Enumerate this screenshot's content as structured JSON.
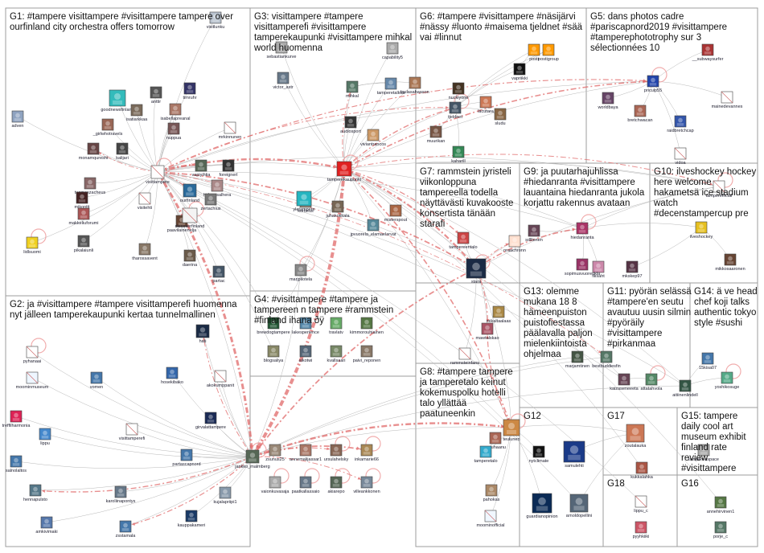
{
  "groups": [
    {
      "id": "G1",
      "title_lines": [
        "G1: #tampere visittampere #visittampere tampere over",
        "ourfinland city orchestra offers tomorrow"
      ]
    },
    {
      "id": "G3",
      "title_lines": [
        "G3: visittampere #tampere",
        "visittamperefi #visittampere",
        "tamperekaupunki #visittampere mihkal",
        "world huomenna"
      ]
    },
    {
      "id": "G6",
      "title_lines": [
        "G6: #tampere #visittampere #näsijärvi",
        "#nässy #luonto #maisema tjeldnet #sää",
        "vai #linnut"
      ]
    },
    {
      "id": "G5",
      "title_lines": [
        "G5: dans photos cadre",
        "#pariscapnord2019 #visittampere",
        "#tamperephototrophy sur 3",
        "sélectionnées 10"
      ]
    },
    {
      "id": "G7",
      "title_lines": [
        "G7: rammstein jyristeli",
        "viikonloppuna",
        "tampereella todella",
        "näyttävästi kuvakooste",
        "konsertista tänään",
        "starafi"
      ]
    },
    {
      "id": "G9",
      "title_lines": [
        "G9: ja puutarhajuhlissa",
        "#hiedanranta #visittampere",
        "lauantaina hiedanranta jukola",
        "korjattu rakennus avataan"
      ]
    },
    {
      "id": "G10",
      "title_lines": [
        "G10: ilveshockey hockey",
        "here welcome",
        "hakametsä ice stadium",
        "watch",
        "#decenstampercup pre"
      ]
    },
    {
      "id": "G4",
      "title_lines": [
        "G4: #visittampere #tampere ja",
        "tampereen n tampere #rammstein",
        "#finland ihana ðÿ"
      ]
    },
    {
      "id": "G2",
      "title_lines": [
        "G2: ja #visittampere #tampere visittamperefi huomenna",
        "nyt jälleen tamperekaupunki kertaa tunnelmallinen"
      ]
    },
    {
      "id": "G13",
      "title_lines": [
        "G13: olemme",
        "mukana 18 8",
        "hämeenpuiston",
        "puistofiestassa",
        "päälavalla paljon",
        "mielenkiintoista",
        "ohjelmaa"
      ]
    },
    {
      "id": "G11",
      "title_lines": [
        "G11: pyörän selässä",
        "#tampere'en seutu",
        "avautuu uusin silmin",
        "#pyöräily",
        "#visittampere",
        "#pirkanmaa"
      ]
    },
    {
      "id": "G14",
      "title_lines": [
        "G14: ä ve head",
        "chef koji talks",
        "authentic tokyo",
        "style #sushi"
      ]
    },
    {
      "id": "G8",
      "title_lines": [
        "G8: #tampere tampere",
        "ja tamperetalo keinut",
        "kokemuspolku hotelli",
        "talo yllättää",
        "paatuneenkin"
      ]
    },
    {
      "id": "G12",
      "title_lines": [
        "G12"
      ]
    },
    {
      "id": "G17",
      "title_lines": [
        "G17"
      ]
    },
    {
      "id": "G15",
      "title_lines": [
        "G15: tampere",
        "daily cool art",
        "museum exhibit",
        "finland rate",
        "review",
        "#visittampere"
      ]
    },
    {
      "id": "G18",
      "title_lines": [
        "G18"
      ]
    },
    {
      "id": "G16",
      "title_lines": [
        "G16"
      ]
    }
  ],
  "nodes": [
    {
      "label": "visitlunku",
      "color": "#b9c3cf"
    },
    {
      "label": "adven",
      "color": "#8fa3c0"
    },
    {
      "label": "goodnewsfinland",
      "color": "#33bbbb"
    },
    {
      "label": "isatiarkkaa",
      "color": "#7a6a5a"
    },
    {
      "label": "anttir",
      "color": "#555555"
    },
    {
      "label": "timruhr",
      "color": "#333366"
    },
    {
      "label": "_girlwhotravels",
      "color": "#996655"
    },
    {
      "label": "isabellapreanal",
      "color": "#aa7766"
    },
    {
      "label": "monamqureshi",
      "color": "#664444"
    },
    {
      "label": "kalijari",
      "color": "#444444"
    },
    {
      "label": "nuppua",
      "color": "#775555"
    },
    {
      "label": "mrkinnunen",
      "color": "#ffffff"
    },
    {
      "label": "visittampere",
      "color": "#ffffff"
    },
    {
      "label": "vapiyihtia",
      "color": "#556655"
    },
    {
      "label": "foreignerl",
      "color": "#333333"
    },
    {
      "label": "tuomaszacheus",
      "color": "#886666"
    },
    {
      "label": "helenasalhera",
      "color": "#aa8888"
    },
    {
      "label": "mikontti",
      "color": "#442222"
    },
    {
      "label": "ourfinland",
      "color": "#2a6a9a"
    },
    {
      "label": "zertachius",
      "color": "#777777"
    },
    {
      "label": "visitehti",
      "color": "#ffffff"
    },
    {
      "label": "makkeliuforumi",
      "color": "#aa5555"
    },
    {
      "label": "paavilainenelja",
      "color": "#664433"
    },
    {
      "label": "discoverfinland",
      "color": "#f4f4f4"
    },
    {
      "label": "pikalaiunli",
      "color": "#555555"
    },
    {
      "label": "tharossavent",
      "color": "#887766"
    },
    {
      "label": "daerina",
      "color": "#6a5a4a"
    },
    {
      "label": "lidlsuomi",
      "color": "#f0d020"
    },
    {
      "label": "partac",
      "color": "#445566"
    },
    {
      "label": "victor_astr",
      "color": "#667788"
    },
    {
      "label": "loulasahaason",
      "color": "#aa7755"
    },
    {
      "label": "mihkal",
      "color": "#557766"
    },
    {
      "label": "tamperetalkka",
      "color": "#6688aa"
    },
    {
      "label": "audiosport",
      "color": "#333333"
    },
    {
      "label": "viviantrancos",
      "color": "#cc9966"
    },
    {
      "label": "tamperekaupunki",
      "color": "#e02020"
    },
    {
      "label": "kortteus",
      "color": "#998877"
    },
    {
      "label": "juhakokkala",
      "color": "#776655"
    },
    {
      "label": "yletampere",
      "color": "#25b5c0"
    },
    {
      "label": "jpvuorela_elamaelarvat",
      "color": "#558899"
    },
    {
      "label": "misterspout",
      "color": "#aa6644"
    },
    {
      "label": "marjpilotela",
      "color": "#888888"
    },
    {
      "label": "capability5",
      "color": "#aaaaaa"
    },
    {
      "label": "sebastiankurve",
      "color": "#aaaaaa"
    },
    {
      "label": "posti",
      "color": "#ff9900"
    },
    {
      "label": "postigroup",
      "color": "#ff9900"
    },
    {
      "label": "nuckiyone",
      "color": "#443322"
    },
    {
      "label": "vapriikki",
      "color": "#111111"
    },
    {
      "label": "lacutara",
      "color": "#cc7755"
    },
    {
      "label": "tjeldnet",
      "color": "#445566"
    },
    {
      "label": "muurikan",
      "color": "#775544"
    },
    {
      "label": "kaharill",
      "color": "#338855"
    },
    {
      "label": "sludu",
      "color": "#886644"
    },
    {
      "label": "priculp55",
      "color": "#2244aa"
    },
    {
      "label": "worldbaya",
      "color": "#664466"
    },
    {
      "label": "bretchwacan",
      "color": "#aa6655"
    },
    {
      "label": "raidbretchcap",
      "color": "#3355aa"
    },
    {
      "label": "mainedevannes",
      "color": "#ffffff"
    },
    {
      "label": "vidoa",
      "color": "#ffffff"
    },
    {
      "label": "__subwaysurfer",
      "color": "#aa3333"
    },
    {
      "label": "stara",
      "color": "#1a2a44"
    },
    {
      "label": "nraachronn",
      "color": "#ffe0d0"
    },
    {
      "label": "hiedanranta",
      "color": "#aa3366"
    },
    {
      "label": "sdlllenen",
      "color": "#664455"
    },
    {
      "label": "fliisaht",
      "color": "#cc88aa"
    },
    {
      "label": "sopimusvuorenkla",
      "color": "#993366"
    },
    {
      "label": "tamperefficial",
      "color": "#ffffff"
    },
    {
      "label": "ilveshockey",
      "color": "#e6c020"
    },
    {
      "label": "mkskep97",
      "color": "#553344"
    },
    {
      "label": "mikkosaaronen",
      "color": "#664433"
    },
    {
      "label": "tampereentalo",
      "color": "#cc4444"
    },
    {
      "label": "mawtalskao",
      "color": "#aa5566"
    },
    {
      "label": "rammsteinfans",
      "color": "#ffffff"
    },
    {
      "label": "mikaltaalaas",
      "color": "#aa8844"
    },
    {
      "label": "brewdogtampere",
      "color": "#225533"
    },
    {
      "label": "lakesperience",
      "color": "#5588aa"
    },
    {
      "label": "travlatv",
      "color": "#66aa66"
    },
    {
      "label": "kimmorouhiainen",
      "color": "#557744"
    },
    {
      "label": "blogsaliya",
      "color": "#888866"
    },
    {
      "label": "aikotwi",
      "color": "#556677"
    },
    {
      "label": "kvallsaari",
      "color": "#778866"
    },
    {
      "label": "paivi_reponen",
      "color": "#887766"
    },
    {
      "label": "zsunus25",
      "color": "#998877"
    },
    {
      "label": "annemalijassar1",
      "color": "#aa7766"
    },
    {
      "label": "ursulahelsky",
      "color": "#886655"
    },
    {
      "label": "inkamarie66",
      "color": "#aa8855"
    },
    {
      "label": "vaionkuvasaja",
      "color": "#aaaaaa"
    },
    {
      "label": "paatkallassaio",
      "color": "#667788"
    },
    {
      "label": "akiarepo",
      "color": "#556655"
    },
    {
      "label": "villeankkonen",
      "color": "#778899"
    },
    {
      "label": "pyhanaai",
      "color": "#ffffff"
    },
    {
      "label": "moominmuseum",
      "color": "#eef6ff"
    },
    {
      "label": "vomen",
      "color": "#4477aa"
    },
    {
      "label": "hati",
      "color": "#1a2a44"
    },
    {
      "label": "akokumppanit",
      "color": "#ffffff"
    },
    {
      "label": "hosekibako",
      "color": "#3366aa"
    },
    {
      "label": "treffilharmonia",
      "color": "#dd2255"
    },
    {
      "label": "lippu",
      "color": "#4488cc"
    },
    {
      "label": "girvalattampere",
      "color": "#1a2a55"
    },
    {
      "label": "salnolaltos",
      "color": "#4477aa"
    },
    {
      "label": "visittamperefi",
      "color": "#ffffff"
    },
    {
      "label": "partascapnord",
      "color": "#4477aa"
    },
    {
      "label": "jankko_malmberg",
      "color": "#556655"
    },
    {
      "label": "hennapulsto",
      "color": "#557788"
    },
    {
      "label": "karoliinapontys",
      "color": "#667788"
    },
    {
      "label": "kujalapriipi1",
      "color": "#8899aa"
    },
    {
      "label": "amkivimaki",
      "color": "#5577aa"
    },
    {
      "label": "zsstamala",
      "color": "#4477aa"
    },
    {
      "label": "kauppakameri",
      "color": "#1a3a66"
    },
    {
      "label": "marjamtinen",
      "color": "#445544"
    },
    {
      "label": "bestbuddiesfin",
      "color": "#557766"
    },
    {
      "label": "kaizaseneeeta",
      "color": "#664455"
    },
    {
      "label": "attatahvola",
      "color": "#558866"
    },
    {
      "label": "aitiinenlindell",
      "color": "#335544"
    },
    {
      "label": "15kisa07",
      "color": "#4477aa"
    },
    {
      "label": "yoshikosuge",
      "color": "#55aa88"
    },
    {
      "label": "amuhaanu",
      "color": "#aa6655"
    },
    {
      "label": "tamperetalo",
      "color": "#33aacc"
    },
    {
      "label": "teulunen",
      "color": "#cc8844"
    },
    {
      "label": "pahokas",
      "color": "#aa8866"
    },
    {
      "label": "moominofficial",
      "color": "#f0f7ff"
    },
    {
      "label": "nytclimate",
      "color": "#111111"
    },
    {
      "label": "samulehti",
      "color": "#1a3a88"
    },
    {
      "label": "guardianopinion",
      "color": "#0a2a55"
    },
    {
      "label": "arnoldopellini",
      "color": "#556677"
    },
    {
      "label": "zoutalauka",
      "color": "#cc7755"
    },
    {
      "label": "kukkalahka",
      "color": "#aa5544"
    },
    {
      "label": "tamperedspace",
      "color": "#aaaaaa"
    },
    {
      "label": "lippu_c",
      "color": "#ffffff"
    },
    {
      "label": "pyyhkiiki",
      "color": "#cc5566"
    },
    {
      "label": "annehirvinen1",
      "color": "#557744"
    },
    {
      "label": "porje_c",
      "color": "#557766"
    }
  ]
}
